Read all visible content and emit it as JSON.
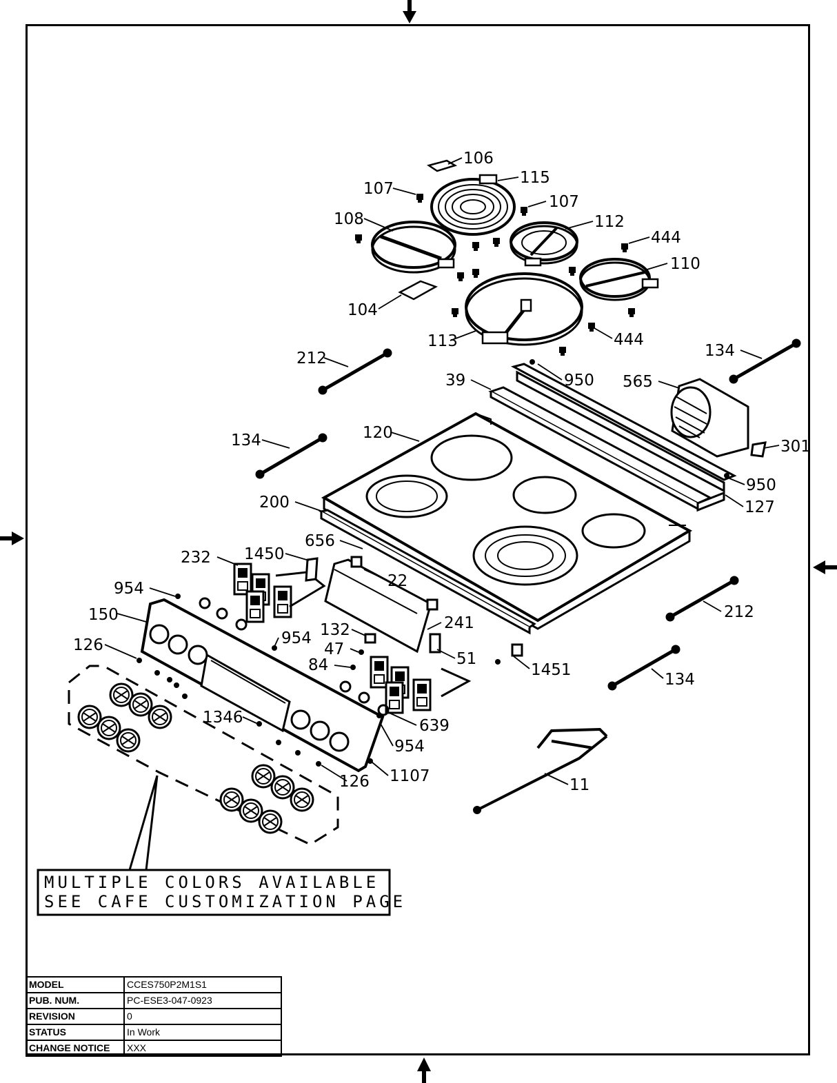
{
  "callouts": [
    {
      "id": "106",
      "text": "106"
    },
    {
      "id": "115",
      "text": "115"
    },
    {
      "id": "107a",
      "text": "107"
    },
    {
      "id": "107b",
      "text": "107"
    },
    {
      "id": "108",
      "text": "108"
    },
    {
      "id": "112",
      "text": "112"
    },
    {
      "id": "444a",
      "text": "444"
    },
    {
      "id": "110",
      "text": "110"
    },
    {
      "id": "104",
      "text": "104"
    },
    {
      "id": "113",
      "text": "113"
    },
    {
      "id": "444b",
      "text": "444"
    },
    {
      "id": "212a",
      "text": "212"
    },
    {
      "id": "134a",
      "text": "134"
    },
    {
      "id": "950a",
      "text": "950"
    },
    {
      "id": "39",
      "text": "39"
    },
    {
      "id": "565",
      "text": "565"
    },
    {
      "id": "134b",
      "text": "134"
    },
    {
      "id": "120",
      "text": "120"
    },
    {
      "id": "301",
      "text": "301"
    },
    {
      "id": "950b",
      "text": "950"
    },
    {
      "id": "200",
      "text": "200"
    },
    {
      "id": "127",
      "text": "127"
    },
    {
      "id": "656",
      "text": "656"
    },
    {
      "id": "232",
      "text": "232"
    },
    {
      "id": "1450",
      "text": "1450"
    },
    {
      "id": "22",
      "text": "22"
    },
    {
      "id": "954a",
      "text": "954"
    },
    {
      "id": "150",
      "text": "150"
    },
    {
      "id": "212b",
      "text": "212"
    },
    {
      "id": "241",
      "text": "241"
    },
    {
      "id": "954b",
      "text": "954"
    },
    {
      "id": "132",
      "text": "132"
    },
    {
      "id": "126a",
      "text": "126"
    },
    {
      "id": "47",
      "text": "47"
    },
    {
      "id": "51",
      "text": "51"
    },
    {
      "id": "84",
      "text": "84"
    },
    {
      "id": "1451",
      "text": "1451"
    },
    {
      "id": "134c",
      "text": "134"
    },
    {
      "id": "1346",
      "text": "1346"
    },
    {
      "id": "639",
      "text": "639"
    },
    {
      "id": "954c",
      "text": "954"
    },
    {
      "id": "1107",
      "text": "1107"
    },
    {
      "id": "126b",
      "text": "126"
    },
    {
      "id": "11",
      "text": "11"
    }
  ],
  "note": {
    "line1": "MULTIPLE COLORS AVAILABLE",
    "line2": "SEE CAFE CUSTOMIZATION PAGE"
  },
  "title_block": [
    {
      "label": "MODEL",
      "value": "CCES750P2M1S1"
    },
    {
      "label": "PUB. NUM.",
      "value": "PC-ESE3-047-0923"
    },
    {
      "label": "REVISION",
      "value": "0"
    },
    {
      "label": "STATUS",
      "value": "In Work"
    },
    {
      "label": "CHANGE NOTICE",
      "value": "XXX"
    }
  ]
}
